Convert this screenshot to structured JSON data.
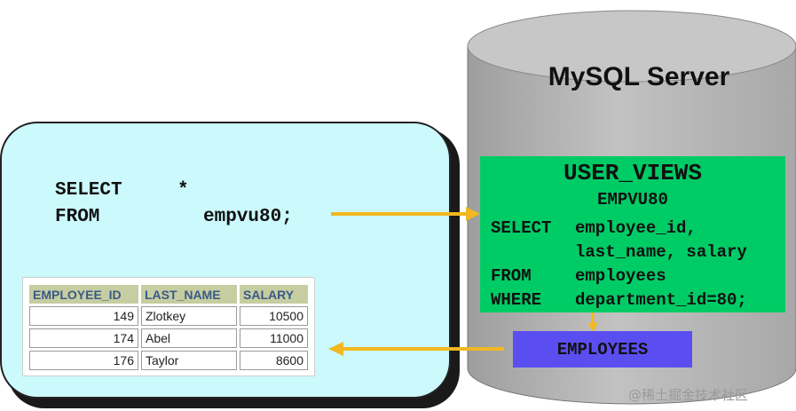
{
  "client": {
    "query_line1_kw": "SELECT",
    "query_line1_arg": "*",
    "query_line2_kw": "FROM",
    "query_line2_arg": "empvu80;"
  },
  "result_table": {
    "headers": [
      "EMPLOYEE_ID",
      "LAST_NAME",
      "SALARY"
    ],
    "rows": [
      [
        "149",
        "Zlotkey",
        "10500"
      ],
      [
        "174",
        "Abel",
        "11000"
      ],
      [
        "176",
        "Taylor",
        "8600"
      ]
    ]
  },
  "server": {
    "title": "MySQL Server",
    "dictionary_title": "USER_VIEWS",
    "view_name": "EMPVU80",
    "definition": [
      {
        "kw": "SELECT",
        "text": "employee_id,"
      },
      {
        "kw": "",
        "text": "last_name, salary"
      },
      {
        "kw": "FROM",
        "text": "employees"
      },
      {
        "kw": "WHERE",
        "text": "department_id=80;"
      }
    ],
    "base_table": "EMPLOYEES"
  },
  "watermark": "@稀土掘金技术社区",
  "colors": {
    "client_bg": "#ccf9fc",
    "cylinder_gray": "#b4b4b4",
    "view_box_green": "#00cc66",
    "base_table_blue": "#5b4ef0",
    "arrow_yellow": "#f2b821"
  }
}
